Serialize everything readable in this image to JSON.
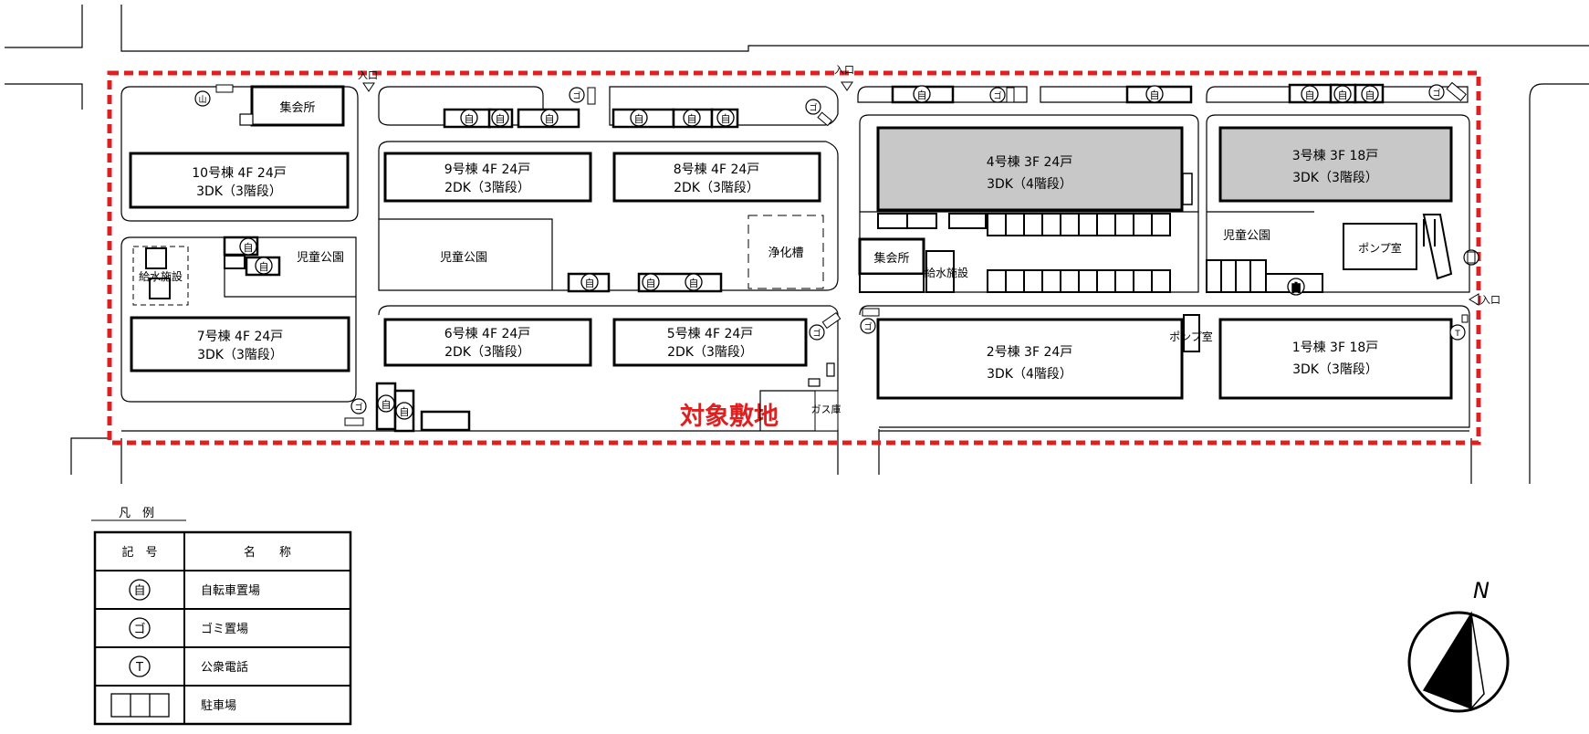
{
  "site_label": "対象敷地",
  "entrance_label": "入口",
  "symbols": {
    "bicycle": "自",
    "garbage": "ゴ",
    "phone": "T",
    "mailbox": "山"
  },
  "buildings": {
    "b10": {
      "name": "10号棟 4F 24戸",
      "type": "3DK（3階段）"
    },
    "b9": {
      "name": "9号棟 4F 24戸",
      "type": "2DK（3階段）"
    },
    "b8": {
      "name": "8号棟 4F 24戸",
      "type": "2DK（3階段）"
    },
    "b7": {
      "name": "7号棟 4F 24戸",
      "type": "3DK（3階段）"
    },
    "b6": {
      "name": "6号棟 4F 24戸",
      "type": "2DK（3階段）"
    },
    "b5": {
      "name": "5号棟 4F 24戸",
      "type": "2DK（3階段）"
    },
    "b4": {
      "name": "4号棟 3F 24戸",
      "type": "3DK（4階段）"
    },
    "b3": {
      "name": "3号棟 3F 18戸",
      "type": "3DK（3階段）"
    },
    "b2": {
      "name": "2号棟 3F 24戸",
      "type": "3DK（4階段）"
    },
    "b1": {
      "name": "1号棟 3F 18戸",
      "type": "3DK（3階段）"
    }
  },
  "facilities": {
    "meeting_hall": "集会所",
    "playground": "児童公園",
    "water_supply": "給水施設",
    "septic_tank": "浄化槽",
    "pump_room": "ポンプ室",
    "gas_storage": "ガス庫"
  },
  "legend": {
    "title": "凡　例",
    "col_symbol": "記　号",
    "col_name": "名　　称",
    "rows": [
      {
        "symbol": "自",
        "name": "自転車置場"
      },
      {
        "symbol": "ゴ",
        "name": "ゴミ置場"
      },
      {
        "symbol": "T",
        "name": "公衆電話"
      },
      {
        "symbol": "",
        "name": "駐車場"
      }
    ]
  },
  "north_label": "N",
  "colors": {
    "boundary": "#e02020",
    "shaded_building": "#c8c8c8",
    "line": "#000000"
  }
}
